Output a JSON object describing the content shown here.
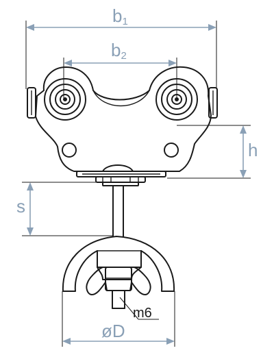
{
  "labels": {
    "b1": {
      "main": "b",
      "sub": "1"
    },
    "b2": {
      "main": "b",
      "sub": "2"
    },
    "h": "h",
    "s": "s",
    "D": "øD",
    "m6": "m6"
  },
  "colors": {
    "dimension": "#8aa0b6",
    "ink": "#1a1a1a",
    "background": "#ffffff"
  }
}
